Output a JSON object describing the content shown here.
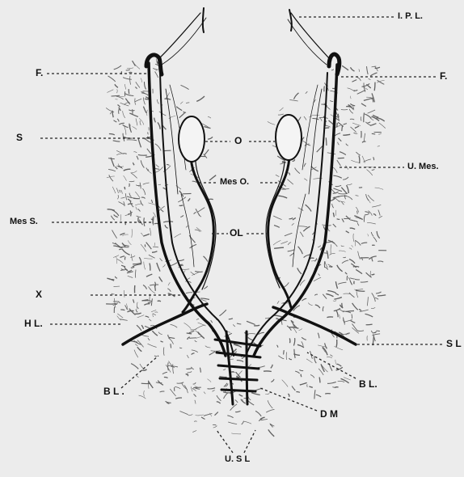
{
  "labels": {
    "ipl": "I. P. L.",
    "f_left": "F.",
    "f_right": "F.",
    "s": "S",
    "o": "O",
    "u_mes": "U. Mes.",
    "mes_o": "Mes O.",
    "mes_s": "Mes S.",
    "ol": "OL",
    "x": "X",
    "hl": "H L.",
    "sl": "S L",
    "bl_left": "B L .",
    "bl_right": "B L.",
    "dm": "D M",
    "usl": "U. S L"
  }
}
